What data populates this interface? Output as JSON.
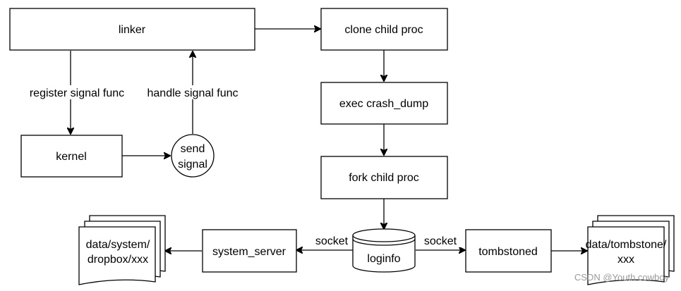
{
  "nodes": {
    "linker": "linker",
    "clone": "clone child proc",
    "exec": "exec crash_dump",
    "fork": "fork child proc",
    "kernel": "kernel",
    "send_signal": [
      "send",
      "signal"
    ],
    "system_server": "system_server",
    "loginfo": "loginfo",
    "tombstoned": "tombstoned",
    "dropbox_doc": [
      "data/system/",
      "dropbox/xxx"
    ],
    "tombstone_doc": [
      "data/tombstone/",
      "xxx"
    ]
  },
  "edges": {
    "register": "register signal func",
    "handle": "handle signal func",
    "socket_left": "socket",
    "socket_right": "socket"
  },
  "watermark": "CSDN @Youth cowboy"
}
